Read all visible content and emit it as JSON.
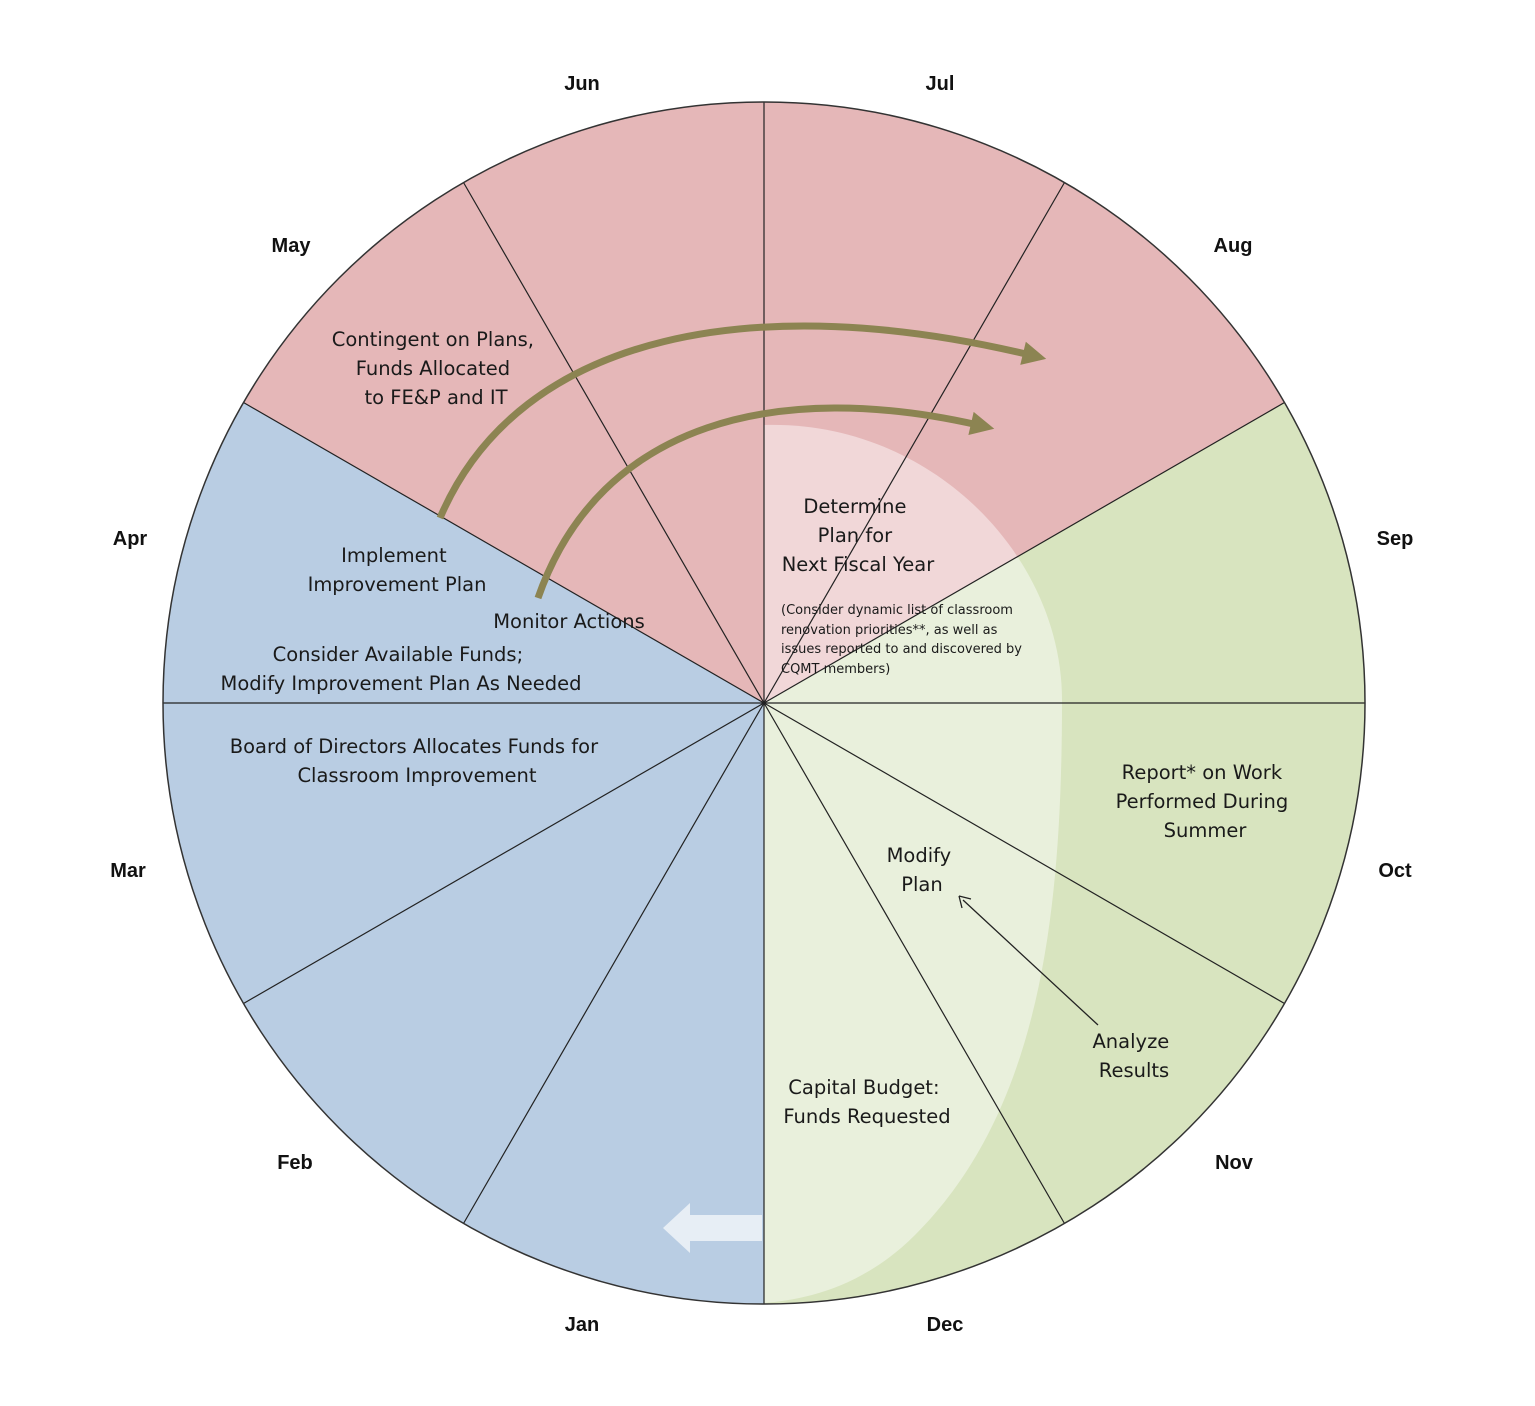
{
  "months": {
    "jun": "Jun",
    "jul": "Jul",
    "may": "May",
    "aug": "Aug",
    "apr": "Apr",
    "sep": "Sep",
    "mar": "Mar",
    "oct": "Oct",
    "feb": "Feb",
    "nov": "Nov",
    "jan": "Jan",
    "dec": "Dec"
  },
  "labels": {
    "contingent": [
      "Contingent on Plans,",
      "Funds Allocated",
      "to FE&P and IT"
    ],
    "implement": [
      "Implement",
      "Improvement Plan"
    ],
    "monitor": [
      "Monitor Actions"
    ],
    "consider_funds": [
      "Consider Available Funds;",
      "Modify Improvement Plan As Needed"
    ],
    "board": [
      "Board of Directors Allocates Funds for",
      "Classroom Improvement"
    ],
    "determine": [
      "Determine",
      "Plan for",
      "Next Fiscal Year"
    ],
    "determine_note": [
      "(Consider dynamic list of classroom",
      "renovation  priorities**, as well as",
      "issues reported to and discovered by",
      "CQMT members)"
    ],
    "report": [
      "Report* on Work",
      "Performed During",
      "Summer"
    ],
    "modify": [
      "Modify",
      "Plan"
    ],
    "analyze": [
      "Analyze",
      "Results"
    ],
    "capital": [
      "Capital Budget:",
      "Funds Requested"
    ]
  },
  "colors": {
    "red_quadrant": "#e5b7b8",
    "blue_quadrant": "#b9cde3",
    "green_quadrant": "#d8e4bf",
    "arrow_olive": "#8c8452",
    "overlay_white": "#ffffff"
  }
}
